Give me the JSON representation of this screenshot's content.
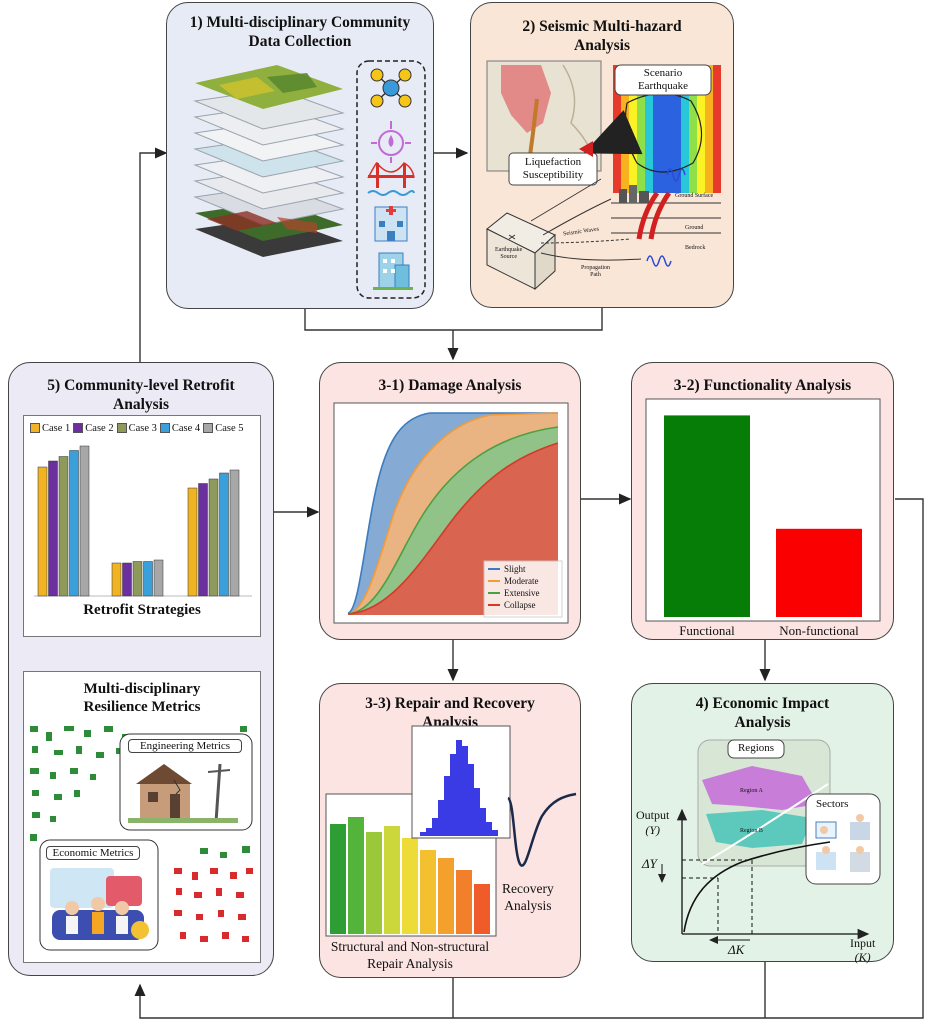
{
  "panels": {
    "p1": {
      "title_l1": "1) Multi-disciplinary Community",
      "title_l2": "Data Collection"
    },
    "p2": {
      "title_l1": "2) Seismic Multi-hazard",
      "title_l2": "Analysis",
      "scenario_l1": "Scenario",
      "scenario_l2": "Earthquake",
      "liq_l1": "Liquefaction",
      "liq_l2": "Susceptibility",
      "ground_surface": "Ground Surface",
      "ground": "Ground",
      "bedrock": "Bedrock",
      "seismic_waves": "Seismic Waves",
      "source_l1": "Earthquake",
      "source_l2": "Source",
      "path_l1": "Propagation",
      "path_l2": "Path"
    },
    "p31": {
      "title": "3-1) Damage Analysis",
      "legend": [
        "Slight",
        "Moderate",
        "Extensive",
        "Collapse"
      ]
    },
    "p32": {
      "title": "3-2) Functionality Analysis",
      "categories": [
        "Functional",
        "Non-functional"
      ]
    },
    "p33": {
      "title_l1": "3-3) Repair and Recovery",
      "title_l2": "Analysis",
      "recovery_l1": "Recovery",
      "recovery_l2": "Analysis",
      "repair_l1": "Structural and Non-structural",
      "repair_l2": "Repair Analysis"
    },
    "p4": {
      "title_l1": "4) Economic Impact",
      "title_l2": "Analysis",
      "regions": "Regions",
      "region_a": "Region A",
      "region_b": "Region B",
      "sectors": "Sectors",
      "output_l1": "Output",
      "output_l2": "(Y)",
      "input_l1": "Input",
      "input_l2": "(K)",
      "dy": "ΔY",
      "dk": "ΔK"
    },
    "p5": {
      "title_l1": "5) Community-level Retrofit",
      "title_l2": "Analysis",
      "legend": [
        "Case 1",
        "Case 2",
        "Case 3",
        "Case 4",
        "Case 5"
      ],
      "strategies": "Retrofit Strategies",
      "metrics_l1": "Multi-disciplinary",
      "metrics_l2": "Resilience Metrics",
      "engineering": "Engineering Metrics",
      "economic": "Economic Metrics"
    }
  },
  "chart_data": [
    {
      "type": "bar",
      "categories": [
        "Functional",
        "Non-functional"
      ],
      "values": [
        0.96,
        0.42
      ],
      "colors": [
        "#067d06",
        "#fb0000"
      ]
    },
    {
      "type": "bar",
      "series": [
        {
          "name": "Case 1",
          "values": [
            0.86,
            0.22,
            0.72
          ]
        },
        {
          "name": "Case 2",
          "values": [
            0.9,
            0.22,
            0.75
          ]
        },
        {
          "name": "Case 3",
          "values": [
            0.93,
            0.23,
            0.78
          ]
        },
        {
          "name": "Case 4",
          "values": [
            0.97,
            0.23,
            0.82
          ]
        },
        {
          "name": "Case 5",
          "values": [
            1.0,
            0.24,
            0.84
          ]
        }
      ],
      "colors": [
        "#f0b323",
        "#6b2f9e",
        "#8e9a5b",
        "#3b9fd9",
        "#a7a7a7"
      ]
    },
    {
      "type": "area",
      "series": [
        {
          "name": "Slight",
          "color": "#3b7bbf"
        },
        {
          "name": "Moderate",
          "color": "#f39a39"
        },
        {
          "name": "Extensive",
          "color": "#49a043"
        },
        {
          "name": "Collapse",
          "color": "#d23a2a"
        }
      ]
    }
  ]
}
